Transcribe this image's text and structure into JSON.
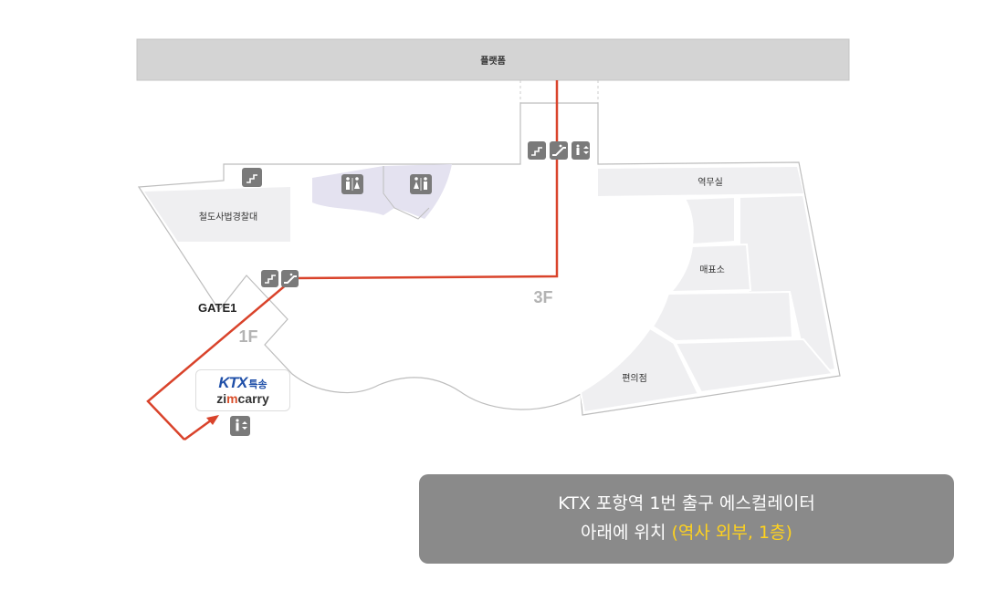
{
  "platform": {
    "label": "플랫폼"
  },
  "rooms": {
    "railway_police": "철도사법경찰대",
    "station_office": "역무실",
    "ticket_office": "매표소",
    "convenience_store": "편의점"
  },
  "gate": {
    "label": "GATE1"
  },
  "floors": {
    "upper": "3F",
    "lower": "1F"
  },
  "logo": {
    "ktx": "KTX",
    "ktx_suffix": "특송",
    "zim_prefix": "zi",
    "zim_accent": "m",
    "zim_suffix": "carry"
  },
  "icons": {
    "stairs": "stairs-icon",
    "escalator": "escalator-icon",
    "elevator": "elevator-icon",
    "restroom": "restroom-icon"
  },
  "info": {
    "line1": "KTX 포항역 1번 출구 에스컬레이터",
    "line2_main": "아래에 위치 ",
    "line2_highlight": "(역사 외부, 1층)"
  },
  "colors": {
    "route": "#d9432b",
    "highlight": "#ffd21e",
    "room_fill": "#efeff1",
    "restroom_fill": "#e4e2f0",
    "icon_fill": "#7a7a7a"
  }
}
